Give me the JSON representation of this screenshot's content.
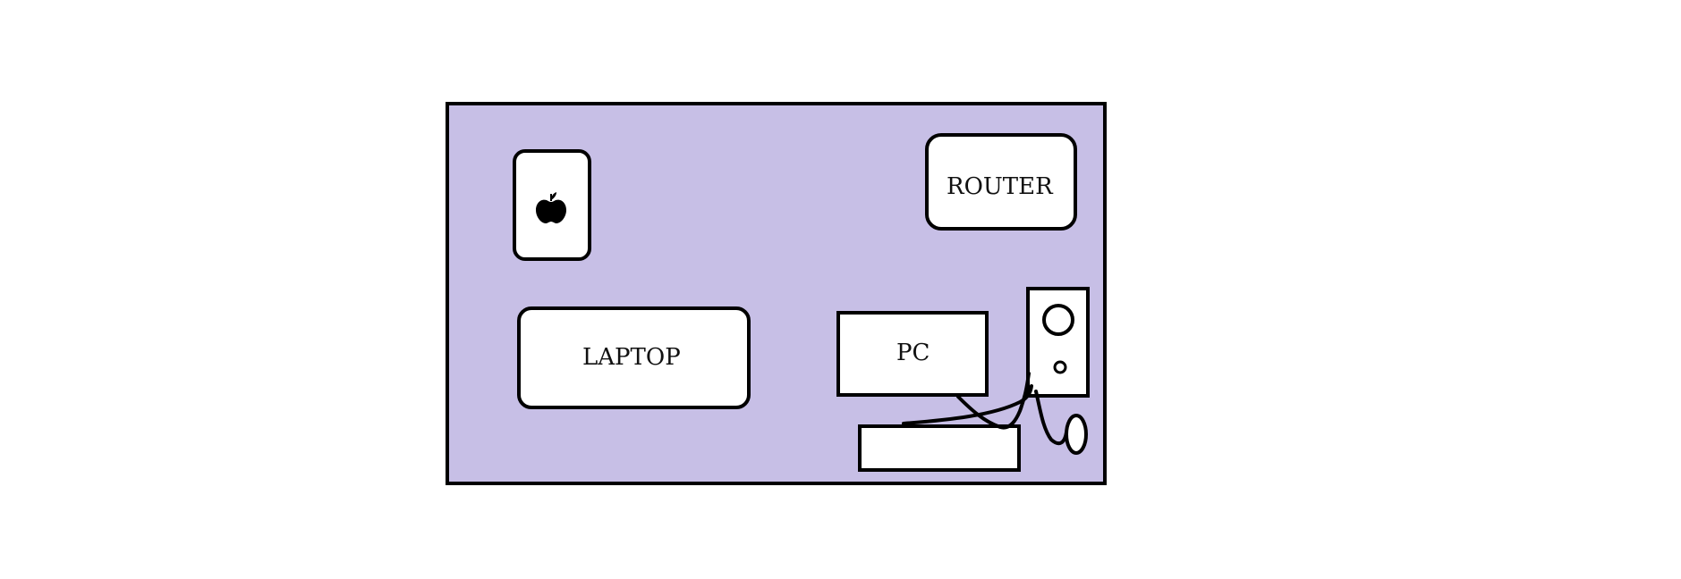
{
  "colors": {
    "background": "#ffffff",
    "desk": "#c7bfe6",
    "stroke": "#000000",
    "device_fill": "#ffffff"
  },
  "devices": {
    "phone": {
      "icon": "apple-icon"
    },
    "router": {
      "label": "ROUTER"
    },
    "laptop": {
      "label": "LAPTOP"
    },
    "pc": {
      "label": "PC"
    },
    "tower": {
      "icon": "pc-tower"
    },
    "keyboard": {
      "icon": "keyboard"
    },
    "mouse": {
      "icon": "mouse"
    }
  }
}
